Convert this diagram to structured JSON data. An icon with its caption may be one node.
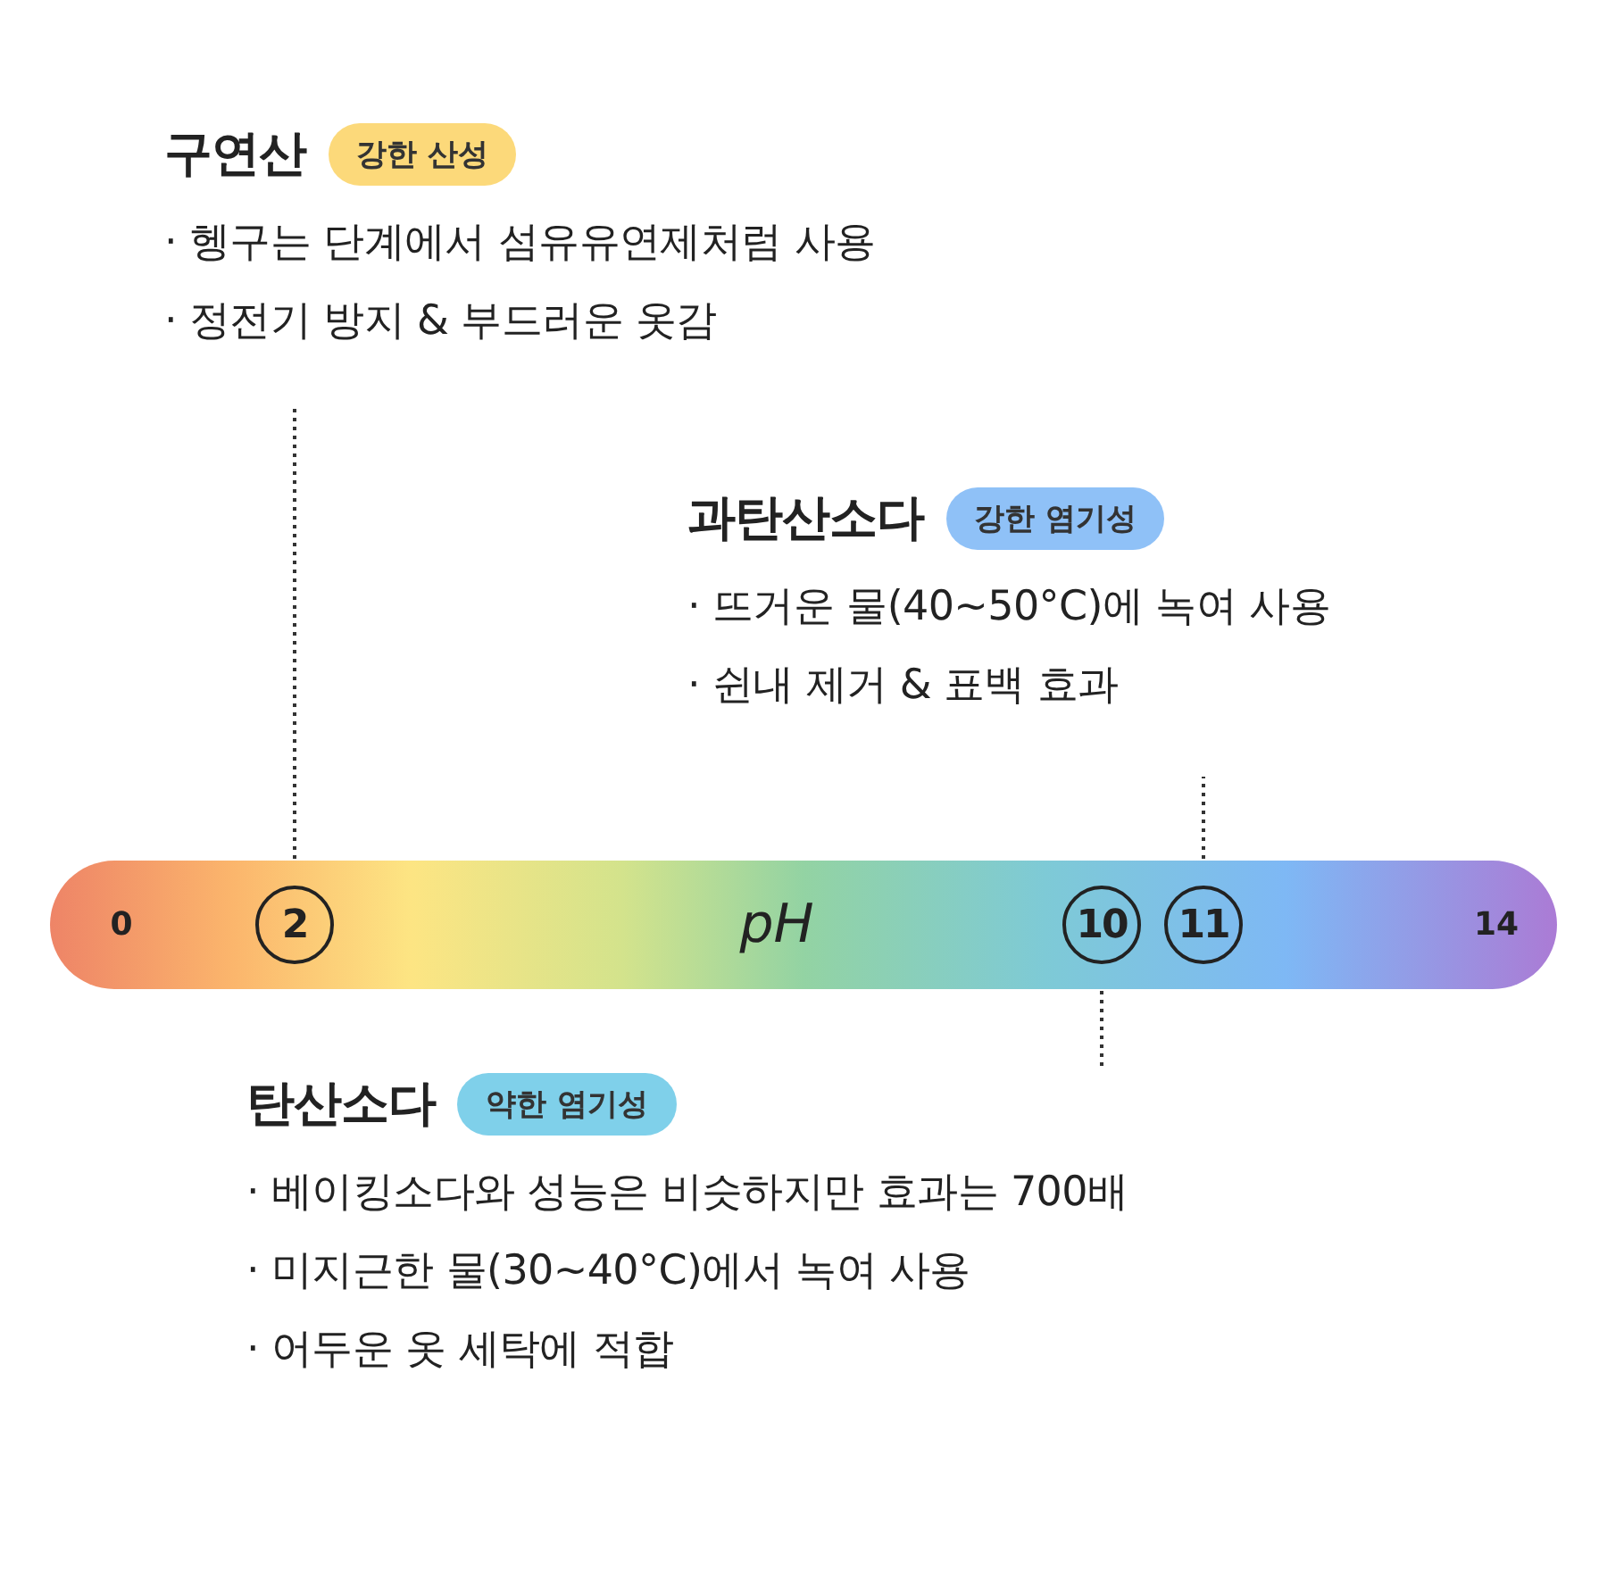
{
  "diagram": {
    "nodes": [
      {
        "text": [
          "구연산",
          "· 헹구는 단계에서 섬유유연제처럼 사용",
          "· 정전기 방지 & 부드러운 옷감"
        ]
      },
      {
        "text": [
          "강한 산성"
        ],
        "in": 0
      },
      {
        "text": [
          "과탄산소다",
          "· 뜨거운 물(40~50°C)에 녹여 사용",
          "· 쉰내 제거 & 표백 효과"
        ]
      },
      {
        "text": [
          "강한 염기성"
        ],
        "in": 2
      },
      {
        "text": [
          "0",
          "pH",
          "14"
        ]
      },
      {
        "text": [
          "2"
        ],
        "in": 4
      },
      {
        "text": [
          "10"
        ],
        "in": 4
      },
      {
        "text": [
          "11"
        ],
        "in": 4
      },
      {
        "text": [
          "탄산소다",
          "· 베이킹소다와 성능은 비슷하지만 효과는 700배",
          "· 미지근한 물(30~40°C)에서 녹여 사용",
          "· 어두운 옷 세탁에 적합"
        ]
      },
      {
        "text": [
          "약한 염기성"
        ],
        "in": 8
      }
    ],
    "edges": [
      {
        "from": 5,
        "to": 0,
        "arrow": "none",
        "style": "dashed"
      },
      {
        "from": 7,
        "to": 2,
        "arrow": "none",
        "style": "dashed"
      },
      {
        "from": 6,
        "to": 8,
        "arrow": "none",
        "style": "dashed"
      }
    ]
  }
}
